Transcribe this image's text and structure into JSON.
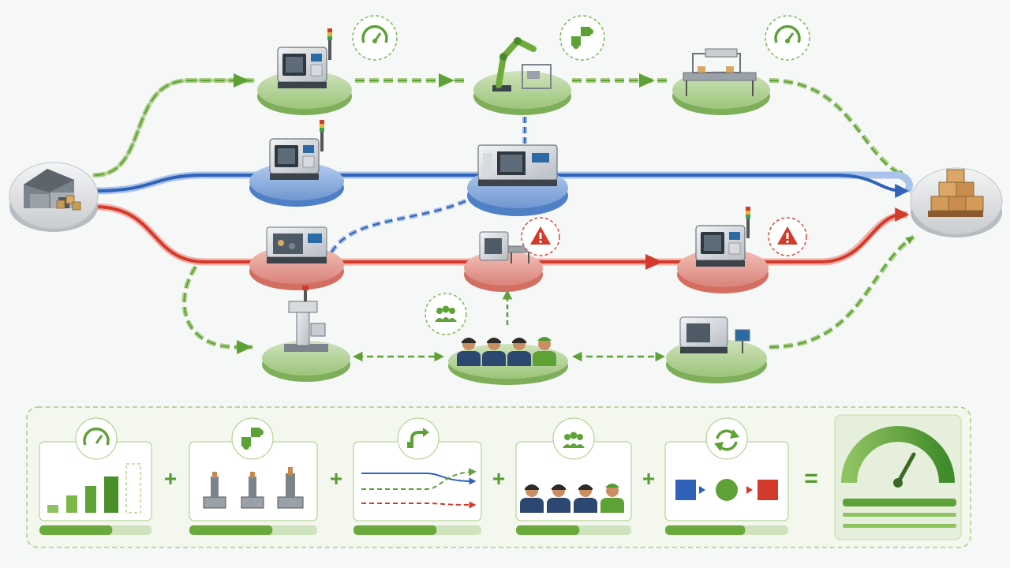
{
  "palette": {
    "green": "#6aaa3c",
    "green_light": "#a8cc84",
    "green_disk": "#bcd8a4",
    "blue": "#3a6fc4",
    "blue_disk": "#8eb0de",
    "red": "#d9473a",
    "red_disk": "#e9a79c",
    "gray_disk": "#e4e6e8",
    "panel_bg": "#f3f7ee",
    "panel_border": "#a8cc84"
  },
  "nodes": [
    {
      "id": "warehouse",
      "icon": "warehouse-icon",
      "lane": "gray"
    },
    {
      "id": "cnc-green-1",
      "icon": "cnc-machine-icon",
      "lane": "green",
      "badge": "gauge-icon"
    },
    {
      "id": "robot-arm",
      "icon": "robot-arm-icon",
      "lane": "green",
      "badge": "puzzle-icon"
    },
    {
      "id": "assembly-line",
      "icon": "conveyor-icon",
      "lane": "green",
      "badge": "gauge-icon"
    },
    {
      "id": "cnc-blue-1",
      "icon": "cnc-machine-icon",
      "lane": "blue"
    },
    {
      "id": "cnc-blue-2",
      "icon": "large-cnc-icon",
      "lane": "blue"
    },
    {
      "id": "cnc-red-1",
      "icon": "machine-center-icon",
      "lane": "red"
    },
    {
      "id": "cnc-red-2",
      "icon": "small-machine-icon",
      "lane": "red",
      "badge": "warning-icon"
    },
    {
      "id": "cnc-red-3",
      "icon": "cnc-machine-icon",
      "lane": "red",
      "badge": "warning-icon"
    },
    {
      "id": "drill-press",
      "icon": "drill-press-icon",
      "lane": "green"
    },
    {
      "id": "workforce",
      "icon": "workers-icon",
      "lane": "green",
      "badge": "team-icon"
    },
    {
      "id": "lathe-station",
      "icon": "lathe-icon",
      "lane": "green"
    },
    {
      "id": "output-goods",
      "icon": "boxes-pallet-icon",
      "lane": "gray"
    }
  ],
  "equation": {
    "terms": [
      {
        "id": "performance",
        "badge": "gauge-icon",
        "visual": "bar-growth-icon",
        "progress": 0.65
      },
      {
        "id": "tooling",
        "badge": "puzzle-icon",
        "visual": "tool-holders-icon",
        "progress": 0.65
      },
      {
        "id": "routing",
        "badge": "route-arrow-icon",
        "visual": "flow-lines-icon",
        "progress": 0.65
      },
      {
        "id": "people",
        "badge": "team-icon",
        "visual": "workers-icon",
        "progress": 0.55
      },
      {
        "id": "process",
        "badge": "cycle-icon",
        "visual": "square-circle-square-icon",
        "progress": 0.65
      }
    ],
    "operators": [
      "+",
      "+",
      "+",
      "+",
      "="
    ],
    "result": {
      "visual": "speedometer-icon",
      "progress": 1.0
    }
  }
}
